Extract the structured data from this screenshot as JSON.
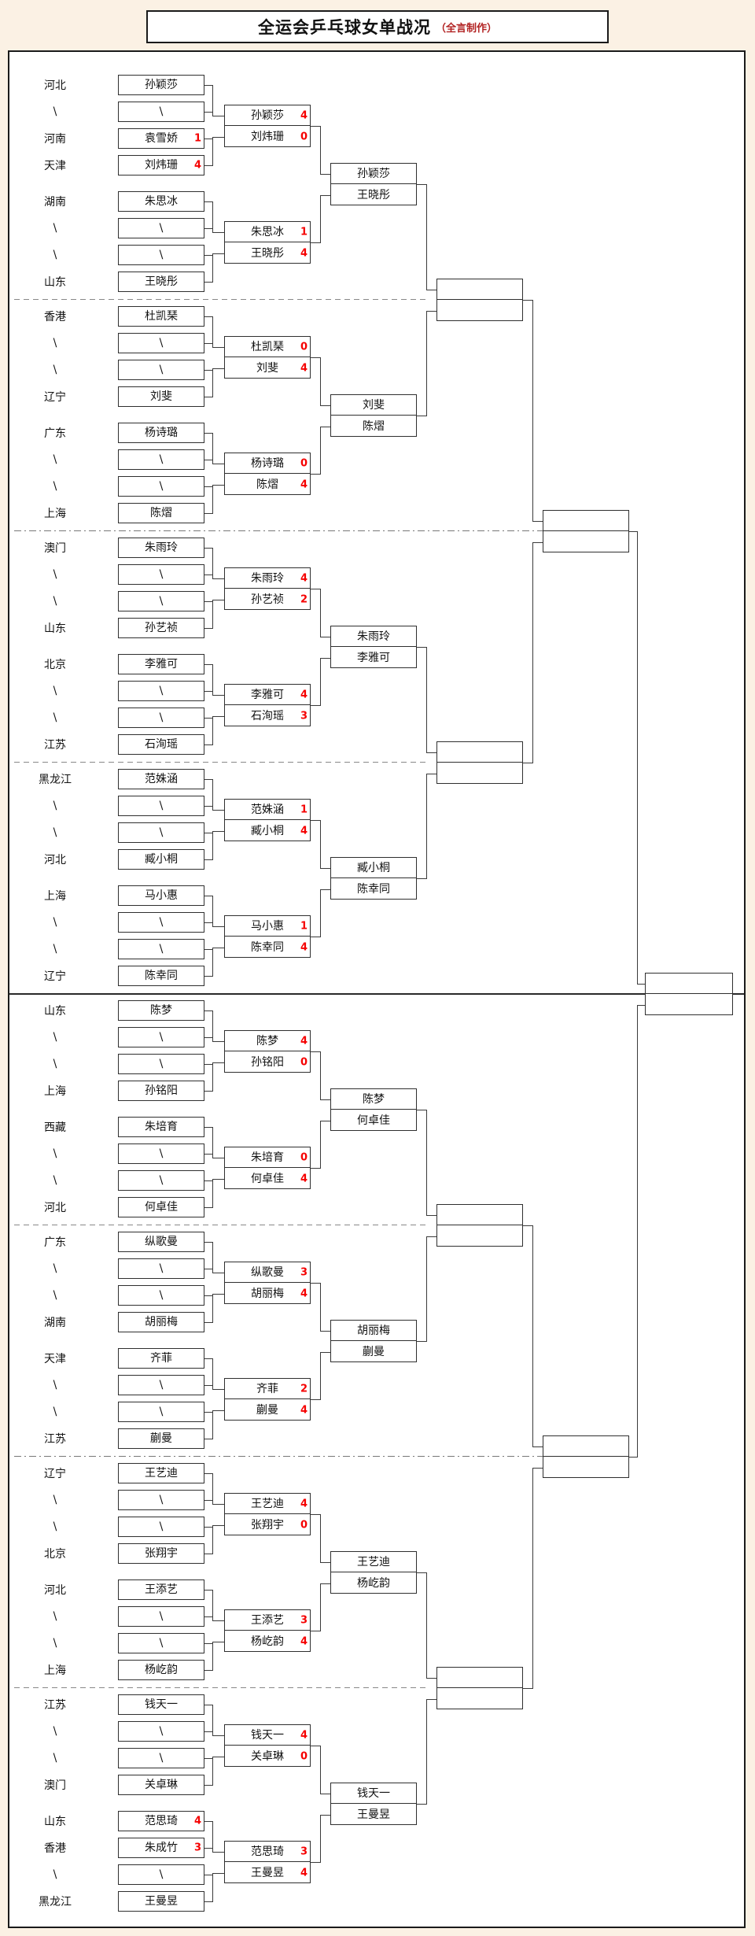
{
  "title": {
    "main": "全运会乒乓球女单战况",
    "credit": "（全言制作）"
  },
  "colors": {
    "score_red": "#f50000",
    "credit_red": "#b22222",
    "page_bg": "#fbf1e4",
    "line": "#3a3a3a"
  },
  "bracket": {
    "octets": [
      {
        "quartets": [
          {
            "slots": [
              {
                "region": "河北",
                "name": "孙颖莎",
                "score": ""
              },
              {
                "region": "\\",
                "name": "\\",
                "score": ""
              },
              {
                "region": "河南",
                "name": "袁雪娇",
                "score": "1"
              },
              {
                "region": "天津",
                "name": "刘炜珊",
                "score": "4"
              }
            ],
            "r32": {
              "top": {
                "name": "孙颖莎",
                "score": "4"
              },
              "bottom": {
                "name": "刘炜珊",
                "score": "0"
              }
            }
          },
          {
            "slots": [
              {
                "region": "湖南",
                "name": "朱思冰",
                "score": ""
              },
              {
                "region": "\\",
                "name": "\\",
                "score": ""
              },
              {
                "region": "\\",
                "name": "\\",
                "score": ""
              },
              {
                "region": "山东",
                "name": "王晓彤",
                "score": ""
              }
            ],
            "r32": {
              "top": {
                "name": "朱思冰",
                "score": "1"
              },
              "bottom": {
                "name": "王晓彤",
                "score": "4"
              }
            }
          }
        ],
        "r16": {
          "top": {
            "name": "孙颖莎",
            "score": ""
          },
          "bottom": {
            "name": "王晓彤",
            "score": ""
          }
        }
      },
      {
        "quartets": [
          {
            "slots": [
              {
                "region": "香港",
                "name": "杜凯琹",
                "score": ""
              },
              {
                "region": "\\",
                "name": "\\",
                "score": ""
              },
              {
                "region": "\\",
                "name": "\\",
                "score": ""
              },
              {
                "region": "辽宁",
                "name": "刘斐",
                "score": ""
              }
            ],
            "r32": {
              "top": {
                "name": "杜凯琹",
                "score": "0"
              },
              "bottom": {
                "name": "刘斐",
                "score": "4"
              }
            }
          },
          {
            "slots": [
              {
                "region": "广东",
                "name": "杨诗璐",
                "score": ""
              },
              {
                "region": "\\",
                "name": "\\",
                "score": ""
              },
              {
                "region": "\\",
                "name": "\\",
                "score": ""
              },
              {
                "region": "上海",
                "name": "陈熠",
                "score": ""
              }
            ],
            "r32": {
              "top": {
                "name": "杨诗璐",
                "score": "0"
              },
              "bottom": {
                "name": "陈熠",
                "score": "4"
              }
            }
          }
        ],
        "r16": {
          "top": {
            "name": "刘斐",
            "score": ""
          },
          "bottom": {
            "name": "陈熠",
            "score": ""
          }
        }
      },
      {
        "quartets": [
          {
            "slots": [
              {
                "region": "澳门",
                "name": "朱雨玲",
                "score": ""
              },
              {
                "region": "\\",
                "name": "\\",
                "score": ""
              },
              {
                "region": "\\",
                "name": "\\",
                "score": ""
              },
              {
                "region": "山东",
                "name": "孙艺祯",
                "score": ""
              }
            ],
            "r32": {
              "top": {
                "name": "朱雨玲",
                "score": "4"
              },
              "bottom": {
                "name": "孙艺祯",
                "score": "2"
              }
            }
          },
          {
            "slots": [
              {
                "region": "北京",
                "name": "李雅可",
                "score": ""
              },
              {
                "region": "\\",
                "name": "\\",
                "score": ""
              },
              {
                "region": "\\",
                "name": "\\",
                "score": ""
              },
              {
                "region": "江苏",
                "name": "石洵瑶",
                "score": ""
              }
            ],
            "r32": {
              "top": {
                "name": "李雅可",
                "score": "4"
              },
              "bottom": {
                "name": "石洵瑶",
                "score": "3"
              }
            }
          }
        ],
        "r16": {
          "top": {
            "name": "朱雨玲",
            "score": ""
          },
          "bottom": {
            "name": "李雅可",
            "score": ""
          }
        }
      },
      {
        "quartets": [
          {
            "slots": [
              {
                "region": "黑龙江",
                "name": "范姝涵",
                "score": ""
              },
              {
                "region": "\\",
                "name": "\\",
                "score": ""
              },
              {
                "region": "\\",
                "name": "\\",
                "score": ""
              },
              {
                "region": "河北",
                "name": "臧小桐",
                "score": ""
              }
            ],
            "r32": {
              "top": {
                "name": "范姝涵",
                "score": "1"
              },
              "bottom": {
                "name": "臧小桐",
                "score": "4"
              }
            }
          },
          {
            "slots": [
              {
                "region": "上海",
                "name": "马小惠",
                "score": ""
              },
              {
                "region": "\\",
                "name": "\\",
                "score": ""
              },
              {
                "region": "\\",
                "name": "\\",
                "score": ""
              },
              {
                "region": "辽宁",
                "name": "陈幸同",
                "score": ""
              }
            ],
            "r32": {
              "top": {
                "name": "马小惠",
                "score": "1"
              },
              "bottom": {
                "name": "陈幸同",
                "score": "4"
              }
            }
          }
        ],
        "r16": {
          "top": {
            "name": "臧小桐",
            "score": ""
          },
          "bottom": {
            "name": "陈幸同",
            "score": ""
          }
        }
      },
      {
        "quartets": [
          {
            "slots": [
              {
                "region": "山东",
                "name": "陈梦",
                "score": ""
              },
              {
                "region": "\\",
                "name": "\\",
                "score": ""
              },
              {
                "region": "\\",
                "name": "\\",
                "score": ""
              },
              {
                "region": "上海",
                "name": "孙铭阳",
                "score": ""
              }
            ],
            "r32": {
              "top": {
                "name": "陈梦",
                "score": "4"
              },
              "bottom": {
                "name": "孙铭阳",
                "score": "0"
              }
            }
          },
          {
            "slots": [
              {
                "region": "西藏",
                "name": "朱培育",
                "score": ""
              },
              {
                "region": "\\",
                "name": "\\",
                "score": ""
              },
              {
                "region": "\\",
                "name": "\\",
                "score": ""
              },
              {
                "region": "河北",
                "name": "何卓佳",
                "score": ""
              }
            ],
            "r32": {
              "top": {
                "name": "朱培育",
                "score": "0"
              },
              "bottom": {
                "name": "何卓佳",
                "score": "4"
              }
            }
          }
        ],
        "r16": {
          "top": {
            "name": "陈梦",
            "score": ""
          },
          "bottom": {
            "name": "何卓佳",
            "score": ""
          }
        }
      },
      {
        "quartets": [
          {
            "slots": [
              {
                "region": "广东",
                "name": "纵歌曼",
                "score": ""
              },
              {
                "region": "\\",
                "name": "\\",
                "score": ""
              },
              {
                "region": "\\",
                "name": "\\",
                "score": ""
              },
              {
                "region": "湖南",
                "name": "胡丽梅",
                "score": ""
              }
            ],
            "r32": {
              "top": {
                "name": "纵歌曼",
                "score": "3"
              },
              "bottom": {
                "name": "胡丽梅",
                "score": "4"
              }
            }
          },
          {
            "slots": [
              {
                "region": "天津",
                "name": "齐菲",
                "score": ""
              },
              {
                "region": "\\",
                "name": "\\",
                "score": ""
              },
              {
                "region": "\\",
                "name": "\\",
                "score": ""
              },
              {
                "region": "江苏",
                "name": "蒯曼",
                "score": ""
              }
            ],
            "r32": {
              "top": {
                "name": "齐菲",
                "score": "2"
              },
              "bottom": {
                "name": "蒯曼",
                "score": "4"
              }
            }
          }
        ],
        "r16": {
          "top": {
            "name": "胡丽梅",
            "score": ""
          },
          "bottom": {
            "name": "蒯曼",
            "score": ""
          }
        }
      },
      {
        "quartets": [
          {
            "slots": [
              {
                "region": "辽宁",
                "name": "王艺迪",
                "score": ""
              },
              {
                "region": "\\",
                "name": "\\",
                "score": ""
              },
              {
                "region": "\\",
                "name": "\\",
                "score": ""
              },
              {
                "region": "北京",
                "name": "张翔宇",
                "score": ""
              }
            ],
            "r32": {
              "top": {
                "name": "王艺迪",
                "score": "4"
              },
              "bottom": {
                "name": "张翔宇",
                "score": "0"
              }
            }
          },
          {
            "slots": [
              {
                "region": "河北",
                "name": "王添艺",
                "score": ""
              },
              {
                "region": "\\",
                "name": "\\",
                "score": ""
              },
              {
                "region": "\\",
                "name": "\\",
                "score": ""
              },
              {
                "region": "上海",
                "name": "杨屹韵",
                "score": ""
              }
            ],
            "r32": {
              "top": {
                "name": "王添艺",
                "score": "3"
              },
              "bottom": {
                "name": "杨屹韵",
                "score": "4"
              }
            }
          }
        ],
        "r16": {
          "top": {
            "name": "王艺迪",
            "score": ""
          },
          "bottom": {
            "name": "杨屹韵",
            "score": ""
          }
        }
      },
      {
        "quartets": [
          {
            "slots": [
              {
                "region": "江苏",
                "name": "钱天一",
                "score": ""
              },
              {
                "region": "\\",
                "name": "\\",
                "score": ""
              },
              {
                "region": "\\",
                "name": "\\",
                "score": ""
              },
              {
                "region": "澳门",
                "name": "关卓琳",
                "score": ""
              }
            ],
            "r32": {
              "top": {
                "name": "钱天一",
                "score": "4"
              },
              "bottom": {
                "name": "关卓琳",
                "score": "0"
              }
            }
          },
          {
            "slots": [
              {
                "region": "山东",
                "name": "范思琦",
                "score": "4"
              },
              {
                "region": "香港",
                "name": "朱成竹",
                "score": "3"
              },
              {
                "region": "\\",
                "name": "\\",
                "score": ""
              },
              {
                "region": "黑龙江",
                "name": "王曼昱",
                "score": ""
              }
            ],
            "r32": {
              "top": {
                "name": "范思琦",
                "score": "3"
              },
              "bottom": {
                "name": "王曼昱",
                "score": "4"
              }
            }
          }
        ],
        "r16": {
          "top": {
            "name": "钱天一",
            "score": ""
          },
          "bottom": {
            "name": "王曼昱",
            "score": ""
          }
        }
      }
    ]
  }
}
